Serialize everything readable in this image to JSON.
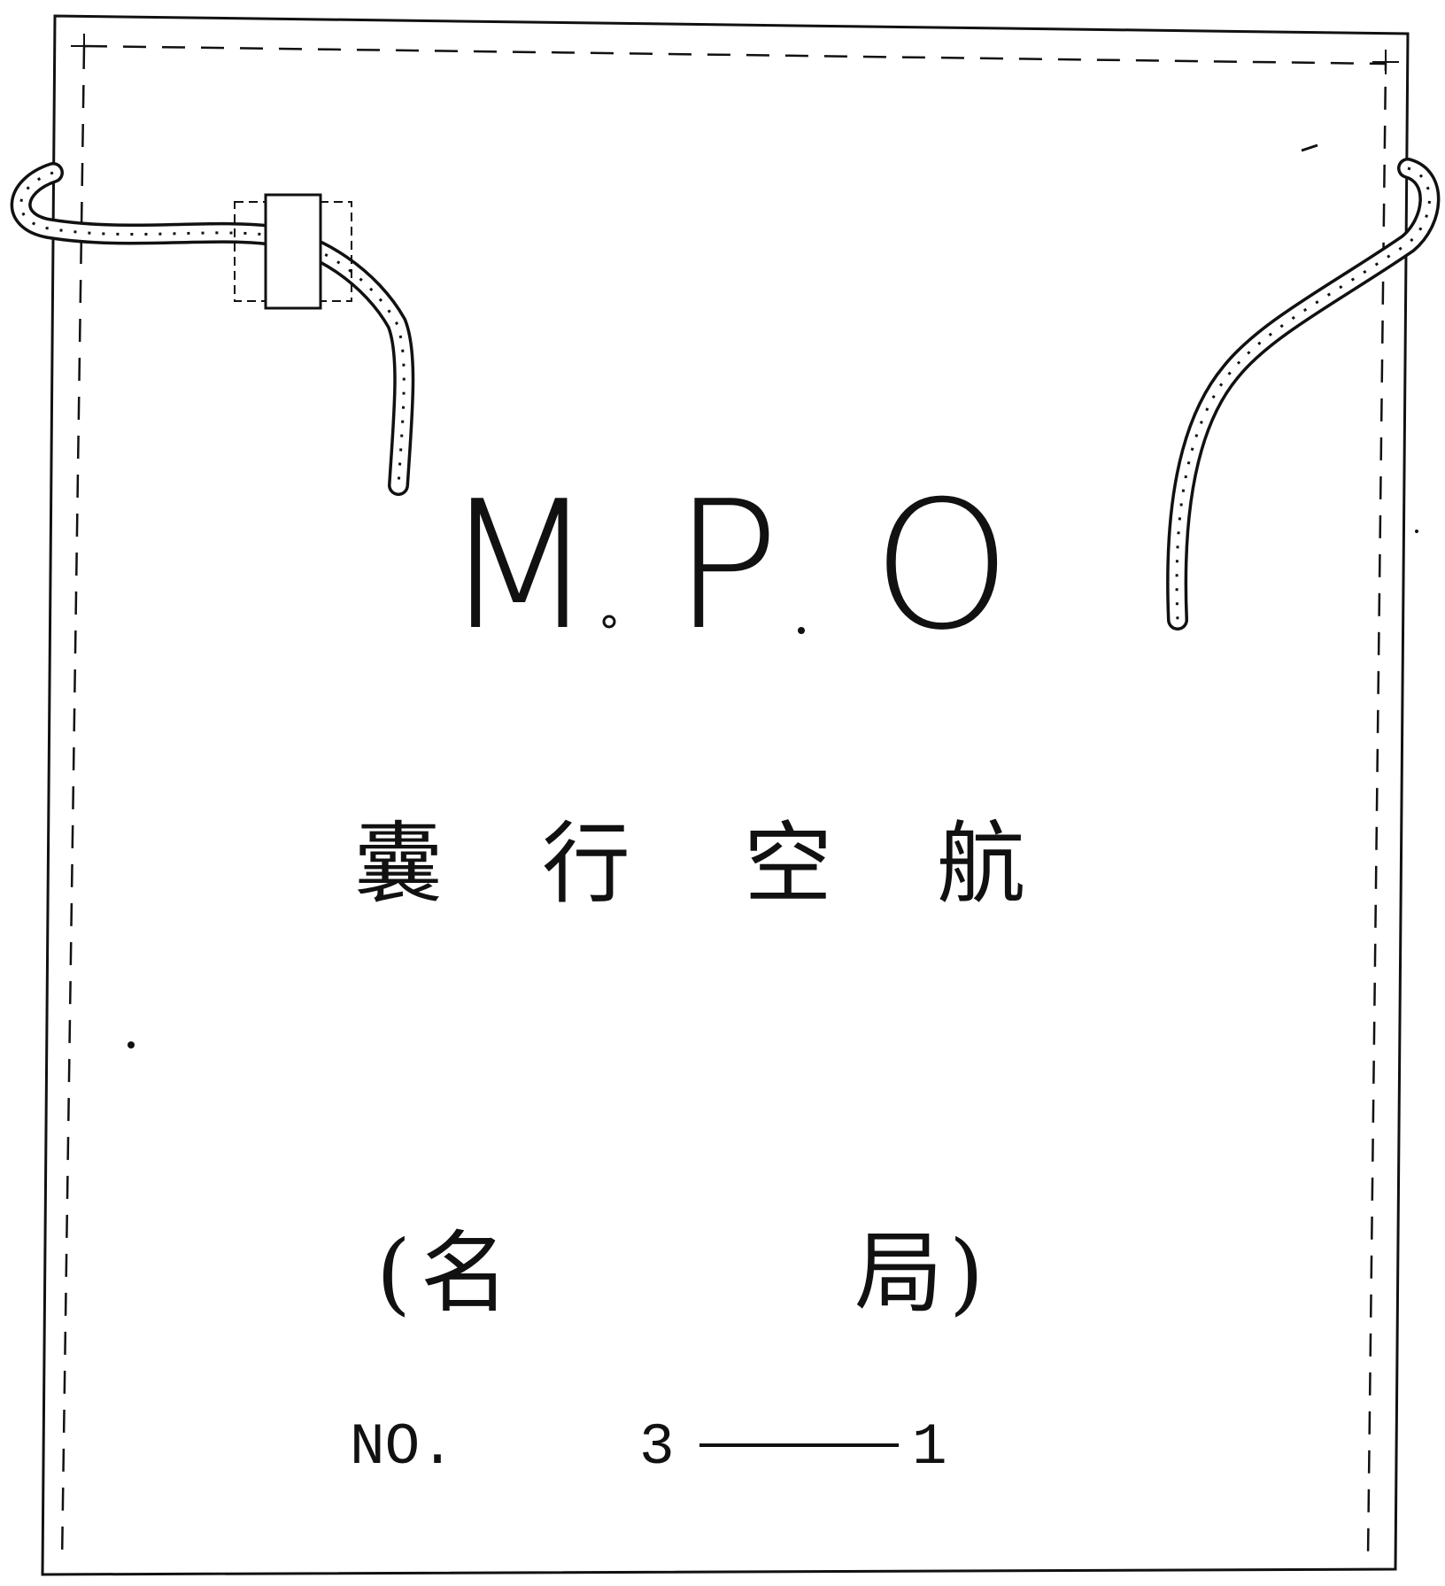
{
  "bag": {
    "initials": [
      "M",
      "P",
      "O"
    ],
    "title_chars": [
      "囊",
      "行",
      "空",
      "航"
    ],
    "office": {
      "open_paren": "(",
      "first_char": "名",
      "second_char": "局",
      "close_paren": ")"
    },
    "number": {
      "prefix": "NO.",
      "first": "3",
      "second": "1"
    }
  },
  "colors": {
    "ink": "#111111",
    "paper": "#ffffff"
  }
}
